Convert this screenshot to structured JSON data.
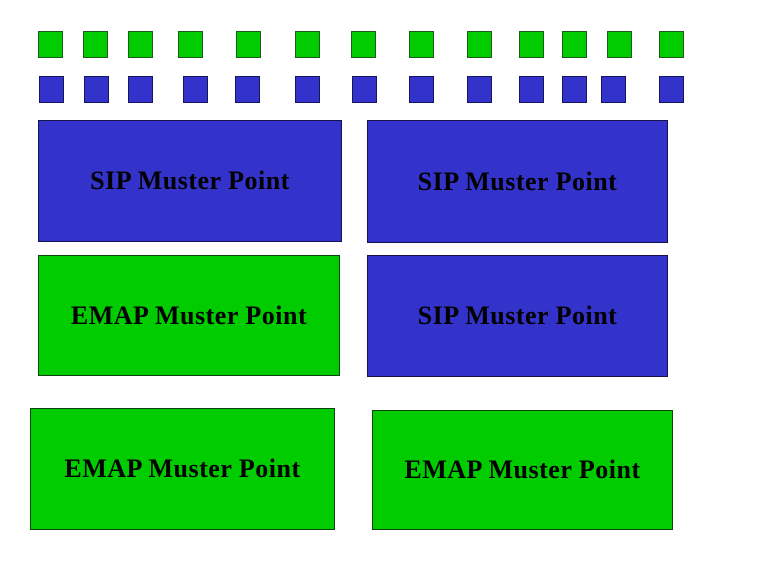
{
  "colors": {
    "green": "#00cc00",
    "blue": "#3333cc",
    "green_border": "#1a5c1a",
    "blue_border": "#16165f",
    "text": "#000000",
    "background": "#ffffff"
  },
  "indicator_rows": {
    "green_row": {
      "color_name": "green",
      "count": 13
    },
    "blue_row": {
      "color_name": "blue",
      "count": 13
    }
  },
  "muster_points": [
    {
      "label": "SIP Muster Point",
      "color_name": "blue"
    },
    {
      "label": "SIP Muster Point",
      "color_name": "blue"
    },
    {
      "label": "EMAP Muster Point",
      "color_name": "green"
    },
    {
      "label": "SIP Muster Point",
      "color_name": "blue"
    },
    {
      "label": "EMAP Muster Point",
      "color_name": "green"
    },
    {
      "label": "EMAP Muster Point",
      "color_name": "green"
    }
  ]
}
